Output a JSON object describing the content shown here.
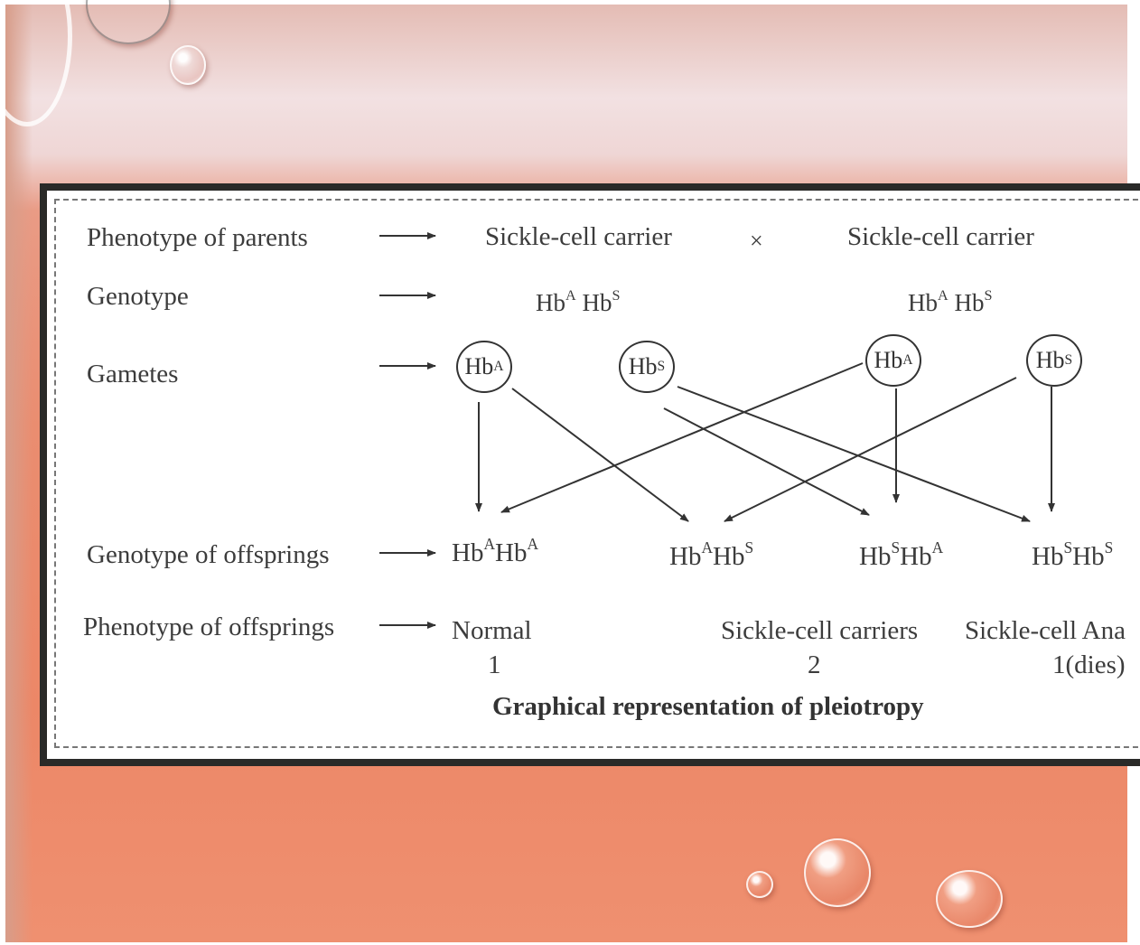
{
  "rows": {
    "parents_phenotype": "Phenotype of parents",
    "genotype": "Genotype",
    "gametes": "Gametes",
    "offspring_genotype": "Genotype of offsprings",
    "offspring_phenotype": "Phenotype of offsprings"
  },
  "parents": {
    "left_phenotype": "Sickle-cell carrier",
    "cross": "×",
    "right_phenotype": "Sickle-cell carrier",
    "left_genotype": {
      "a1": "Hb",
      "a1_sup": "A",
      "a2": "Hb",
      "a2_sup": "S"
    },
    "right_genotype": {
      "a1": "Hb",
      "a1_sup": "A",
      "a2": "Hb",
      "a2_sup": "S"
    }
  },
  "gametes": [
    {
      "base": "Hb",
      "sup": "A"
    },
    {
      "base": "Hb",
      "sup": "S"
    },
    {
      "base": "Hb",
      "sup": "A"
    },
    {
      "base": "Hb",
      "sup": "S"
    }
  ],
  "offspring": [
    {
      "b1": "Hb",
      "s1": "A",
      "b2": "Hb",
      "s2": "A"
    },
    {
      "b1": "Hb",
      "s1": "A",
      "b2": "Hb",
      "s2": "S"
    },
    {
      "b1": "Hb",
      "s1": "S",
      "b2": "Hb",
      "s2": "A"
    },
    {
      "b1": "Hb",
      "s1": "S",
      "b2": "Hb",
      "s2": "S"
    }
  ],
  "phenotypes": {
    "normal": "Normal",
    "normal_count": "1",
    "carriers": "Sickle-cell carriers",
    "carriers_count": "2",
    "anaemia": "Sickle-cell Ana",
    "anaemia_count": "1(dies)"
  },
  "caption": "Graphical representation of pleiotropy"
}
